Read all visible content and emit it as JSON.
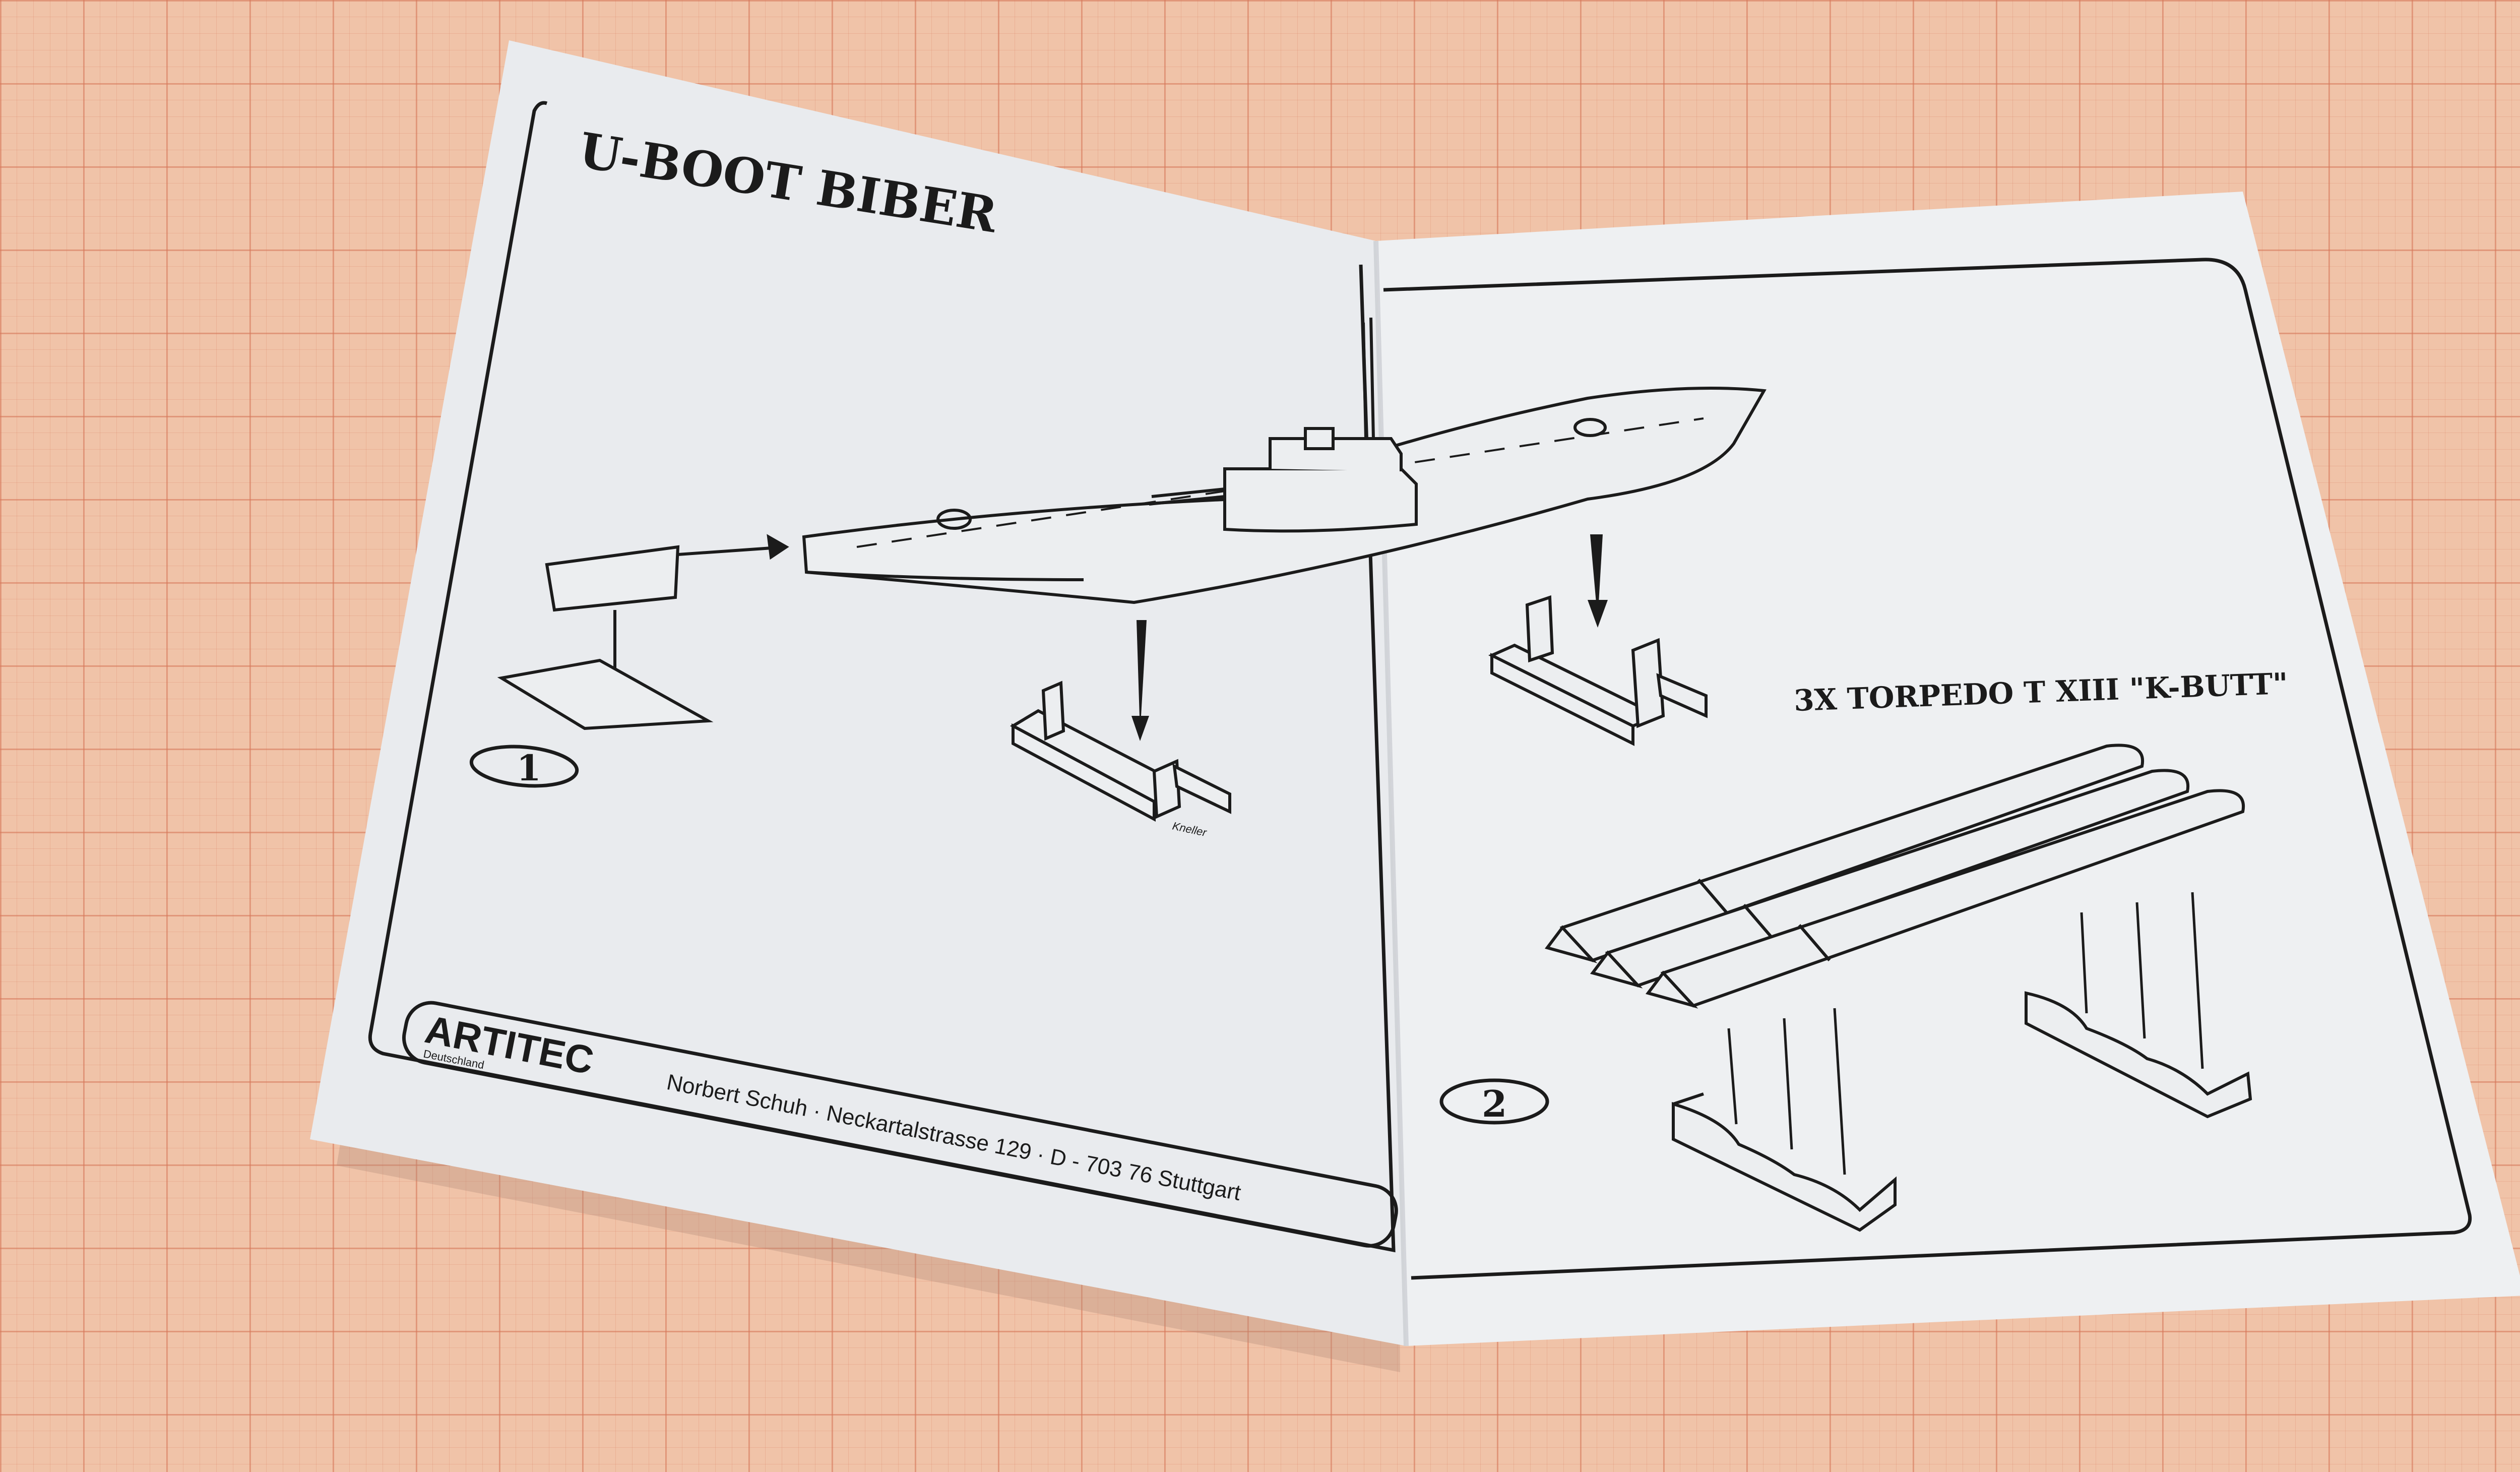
{
  "sheet": {
    "title": "U-BOOT BIBER",
    "step1_label": "1",
    "step2_label": "2",
    "torpedo_caption": "3X TORPEDO T XIII \"K-BUTT\"",
    "signature": "Kneller"
  },
  "footer": {
    "brand": "ARTITEC",
    "brand_sub": "Deutschland",
    "address": "Norbert Schuh · Neckartalstrasse 129 · D - 703 76 Stuttgart"
  },
  "colors": {
    "paper": "#eef0f2",
    "ink": "#1b1b1b",
    "graph_paper": "#f0c3a8",
    "grid_lines": "#d6785a"
  }
}
